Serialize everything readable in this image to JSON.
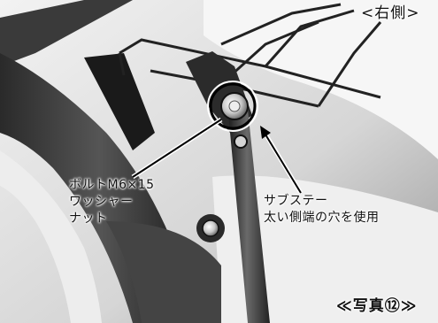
{
  "labels": {
    "side": "<右側>",
    "bolt_callout": [
      "ボルトM6×15",
      "ワッシャー",
      "ナット"
    ],
    "stay_callout": [
      "サブステー",
      "太い側端の穴を使用"
    ],
    "photo_caption": "≪写真⑫≫"
  }
}
